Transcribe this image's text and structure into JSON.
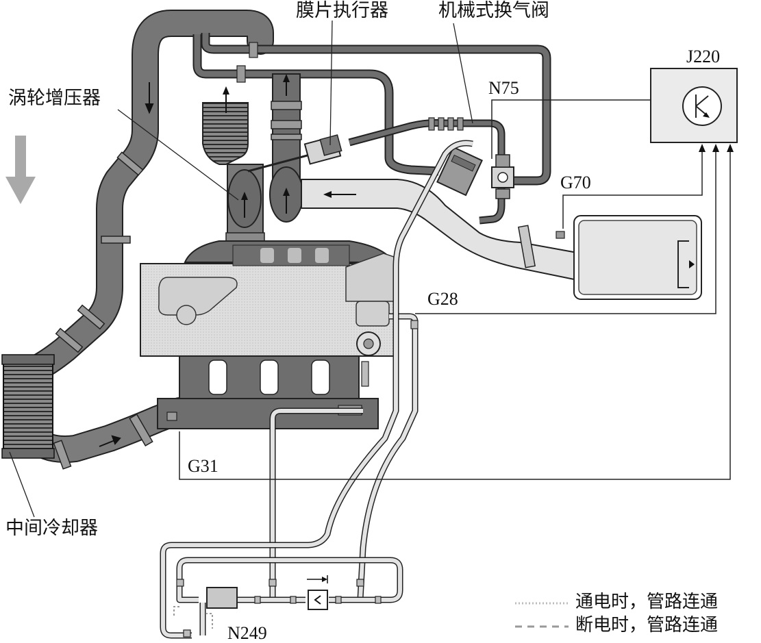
{
  "labels": {
    "turbocharger": "涡轮增压器",
    "diaphragm_actuator": "膜片执行器",
    "mechanical_valve": "机械式换气阀",
    "intercooler": "中间冷却器",
    "j220": "J220",
    "n75": "N75",
    "g70": "G70",
    "g28": "G28",
    "g31": "G31",
    "n249": "N249"
  },
  "legend": {
    "energized": "通电时，管路连通",
    "deenergized": "断电时，管路连通"
  },
  "colors": {
    "pipe_dark": "#6e6e6e",
    "pipe_light": "#e3e3e3",
    "engine_body": "#d9d9d9",
    "outline": "#222222"
  }
}
